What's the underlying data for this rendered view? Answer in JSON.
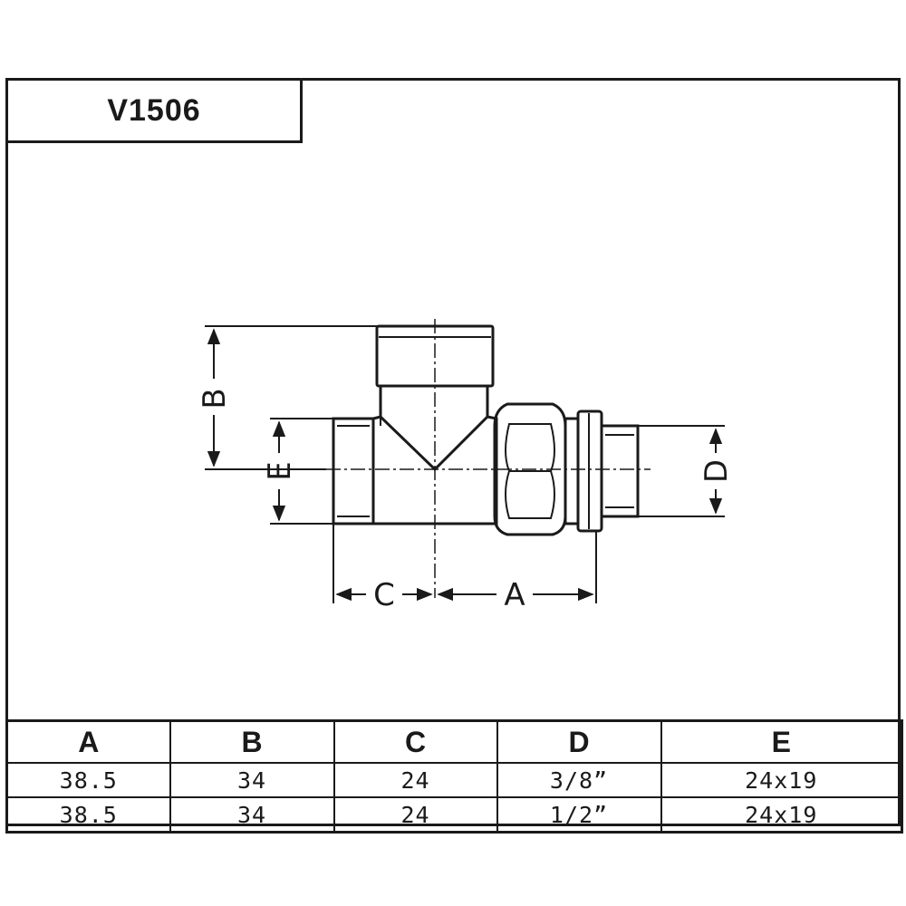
{
  "title": "V1506",
  "labels": {
    "a": "A",
    "b": "B",
    "c": "C",
    "d": "D",
    "e": "E"
  },
  "table": {
    "headers": [
      "A",
      "B",
      "C",
      "D",
      "E"
    ],
    "rows": [
      [
        "38.5",
        "34",
        "24",
        "3/8”",
        "24x19"
      ],
      [
        "38.5",
        "34",
        "24",
        "1/2”",
        "24x19"
      ]
    ]
  }
}
